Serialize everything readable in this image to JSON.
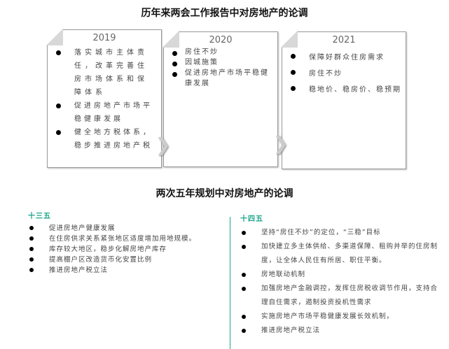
{
  "title1": "历年来两会工作报告中对房地产的论调",
  "cards": [
    {
      "year": "2019",
      "items": [
        "落实城市主体责任，改革完善住房市场体系和保障体系",
        "促进房地产市场平稳健康发展",
        "健全地方税体系，稳步推进房地产税"
      ]
    },
    {
      "year": "2020",
      "items": [
        "房住不炒",
        "因城施策",
        "促进房地产市场平稳健康发展"
      ]
    },
    {
      "year": "2021",
      "items": [
        "保障好群众住房需求",
        "房住不炒",
        "稳地价、稳房价、稳预期"
      ]
    }
  ],
  "title2": "两次五年规划中对房地产的论调",
  "left": {
    "heading": "十三五",
    "items": [
      "促进房地产健康发展",
      "在住房供求关系紧张地区适度增加用地规模。",
      "库存较大地区，稳步化解房地产库存",
      "提高棚户区改造货币化安置比例",
      "推进房地产税立法"
    ]
  },
  "right": {
    "heading": "十四五",
    "items": [
      "坚持“房住不炒”的定位，“三稳”目标",
      "加快建立多主体供给、多渠道保障、租购并举的住房制度，让全体人民住有所居、职住平衡。",
      "房地联动机制",
      "加强房地产金融调控，发挥住房税收调节作用，支持合理自住需求，遏制投资投机性需求",
      "实施房地产市场平稳健康发展长效机制，",
      "推进房地产税立法"
    ]
  },
  "accent": "#1aa58a"
}
